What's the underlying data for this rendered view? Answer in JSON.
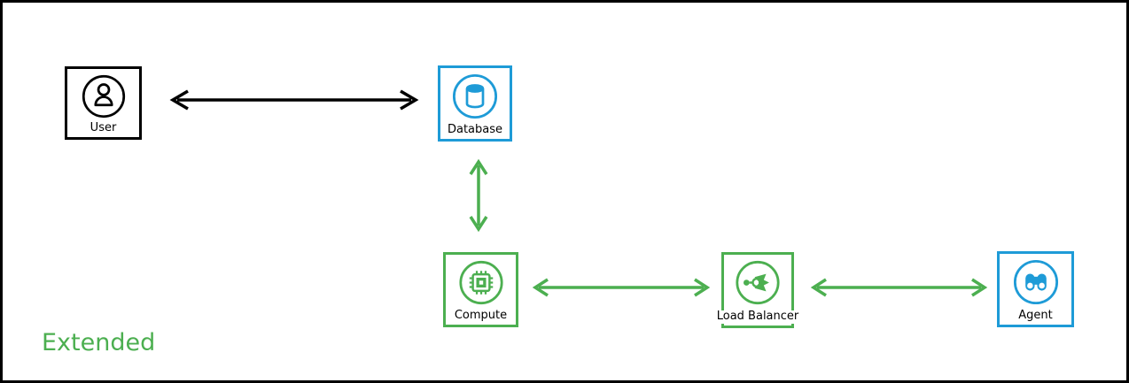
{
  "diagram": {
    "title_label": "Extended",
    "colors": {
      "node_black": "#000000",
      "node_blue": "#1e9bd7",
      "node_green": "#4caf50",
      "edge_black": "#000000",
      "edge_green": "#4caf50",
      "label_text": "#000000",
      "background": "#ffffff"
    },
    "nodes": [
      {
        "id": "user",
        "label": "User",
        "color": "black",
        "icon": "user-icon"
      },
      {
        "id": "database",
        "label": "Database",
        "color": "blue",
        "icon": "database-icon"
      },
      {
        "id": "compute",
        "label": "Compute",
        "color": "green",
        "icon": "chip-icon"
      },
      {
        "id": "load-balancer",
        "label": "Load Balancer",
        "color": "green",
        "icon": "load-balancer-icon"
      },
      {
        "id": "agent",
        "label": "Agent",
        "color": "blue",
        "icon": "binoculars-icon"
      }
    ],
    "edges": [
      {
        "from": "user",
        "to": "database",
        "color": "black",
        "bidirectional": true
      },
      {
        "from": "database",
        "to": "compute",
        "color": "green",
        "bidirectional": true
      },
      {
        "from": "compute",
        "to": "load-balancer",
        "color": "green",
        "bidirectional": true
      },
      {
        "from": "load-balancer",
        "to": "agent",
        "color": "green",
        "bidirectional": true
      }
    ]
  }
}
